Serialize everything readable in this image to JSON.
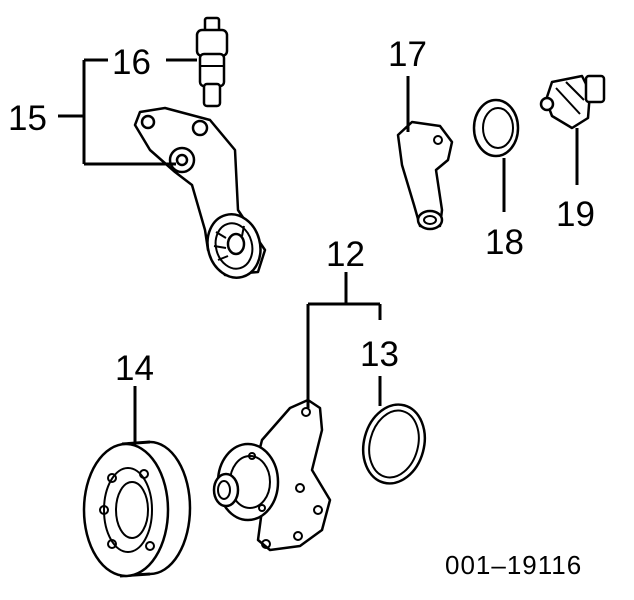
{
  "diagram": {
    "callouts": {
      "c12": "12",
      "c13": "13",
      "c14": "14",
      "c15": "15",
      "c16": "16",
      "c17": "17",
      "c18": "18",
      "c19": "19"
    },
    "drawing_code": "001–19116"
  }
}
